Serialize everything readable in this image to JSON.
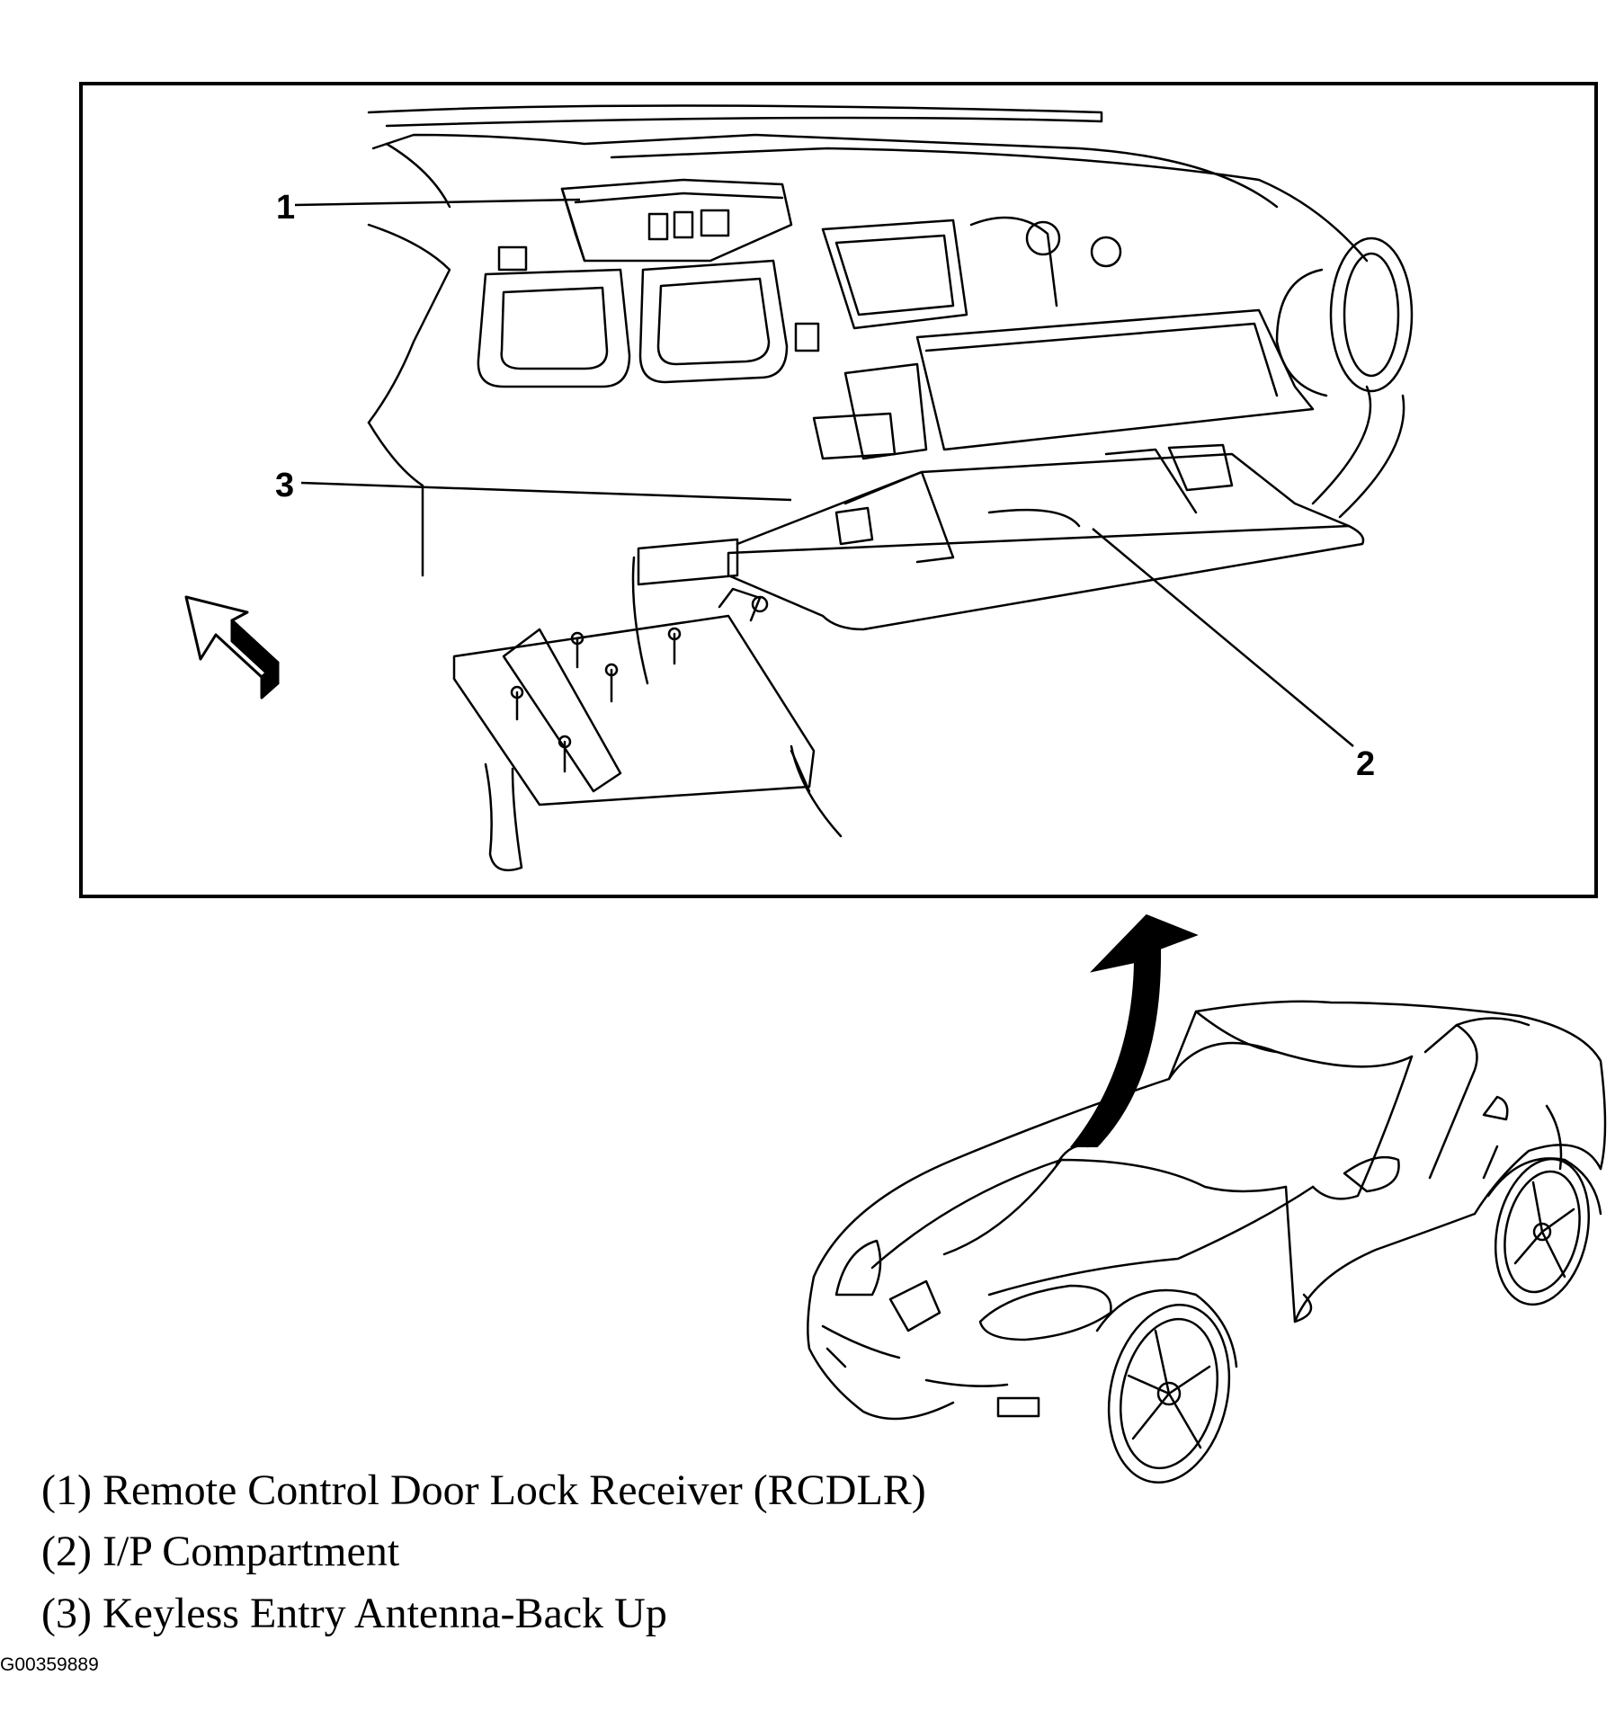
{
  "callouts": {
    "c1": "1",
    "c2": "2",
    "c3": "3"
  },
  "legend": [
    {
      "number": "(1)",
      "text": "Remote Control Door Lock Receiver (RCDLR)"
    },
    {
      "number": "(2)",
      "text": "I/P Compartment"
    },
    {
      "number": "(3)",
      "text": "Keyless Entry Antenna-Back Up"
    }
  ],
  "figure_id": "G00359889",
  "colors": {
    "ink": "#000000",
    "paper": "#ffffff"
  },
  "icons": {
    "direction_arrow": "forward-arrow-icon",
    "view_arrow": "curved-arrow-icon"
  }
}
